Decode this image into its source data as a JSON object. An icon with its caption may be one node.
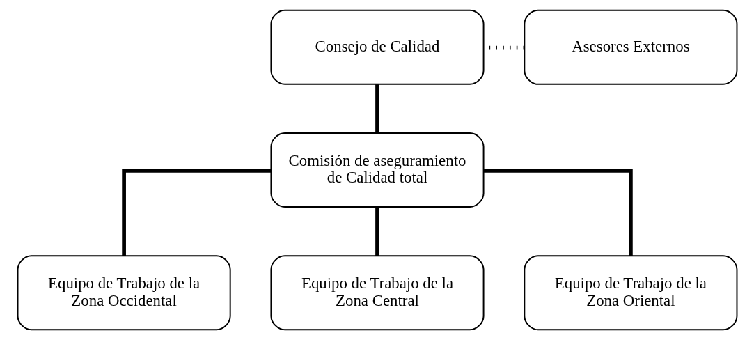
{
  "diagram": {
    "nodes": [
      {
        "text": [
          "Consejo de Calidad"
        ]
      },
      {
        "text": [
          "Asesores Externos"
        ]
      },
      {
        "text": [
          "Comisión de aseguramiento de Calidad total"
        ]
      },
      {
        "text": [
          "Equipo de Trabajo de la Zona Occidental"
        ]
      },
      {
        "text": [
          "Equipo de Trabajo de la Zona Central"
        ]
      },
      {
        "text": [
          "Equipo de Trabajo de la Zona Oriental"
        ]
      }
    ],
    "edges": [
      {
        "from": 0,
        "to": 2,
        "arrow": "none"
      },
      {
        "from": 1,
        "to": 0,
        "arrow": "none",
        "style": "dashed"
      },
      {
        "from": 2,
        "to": 3,
        "arrow": "none"
      },
      {
        "from": 2,
        "to": 4,
        "arrow": "none"
      },
      {
        "from": 2,
        "to": 5,
        "arrow": "none"
      }
    ]
  }
}
